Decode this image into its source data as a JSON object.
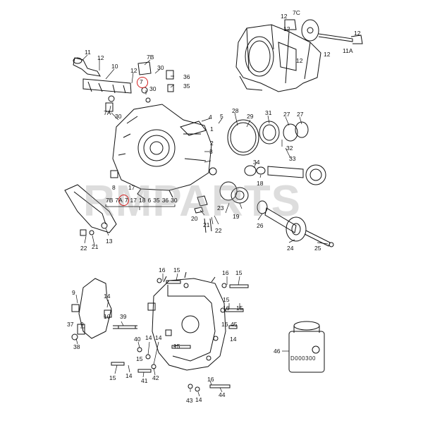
{
  "watermark": "RMPARTS",
  "part_row": [
    "7B",
    "7A",
    "7",
    "17",
    "18",
    "6",
    "35",
    "36",
    "30"
  ],
  "part_row_highlight": "7",
  "jar_label": "D000300",
  "labels": {
    "l12a": "12",
    "l7c": "7C",
    "l12b": "12",
    "l12c": "12",
    "l11a": "11A",
    "l12d": "12",
    "l12e": "12",
    "l11": "11",
    "l12f": "12",
    "l10": "10",
    "l7b": "7B",
    "l12g": "12",
    "l30a": "30",
    "l36": "36",
    "l35": "35",
    "l7": "7",
    "l30b": "30",
    "l7a": "7A",
    "l30c": "30",
    "l4": "4",
    "l5": "5",
    "l28": "28",
    "l29": "29",
    "l31": "31",
    "l27a": "27",
    "l27b": "27",
    "l1": "1",
    "l2": "2",
    "l3": "3",
    "l32": "32",
    "l33": "33",
    "l34": "34",
    "l8": "8",
    "l17": "17",
    "l18": "18",
    "l19": "19",
    "l20": "20",
    "l21a": "21",
    "l22a": "22",
    "l23": "23",
    "l26": "26",
    "l24": "24",
    "l25": "25",
    "l22b": "22",
    "l21b": "21",
    "l13": "13",
    "l16a": "16",
    "l15a": "15",
    "l16b": "16",
    "l15b": "15",
    "l9a": "9",
    "l14a": "14",
    "l15c": "15",
    "l10b": "10",
    "l39": "39",
    "l16c": "16",
    "l15d": "15",
    "l37": "37",
    "l9b": "9",
    "l16d": "16",
    "l45": "45",
    "l38": "38",
    "l40": "40",
    "l14b": "14",
    "l14c": "14",
    "l15e": "15",
    "l14d": "14",
    "l46": "46",
    "l15f": "15",
    "l15g": "15",
    "l41": "41",
    "l42": "42",
    "l16e": "16",
    "l14e": "14",
    "l43": "43",
    "l14f": "14",
    "l44": "44"
  },
  "colors": {
    "ink": "#111111",
    "highlight": "#d42020",
    "watermark": "#9a9a9a"
  }
}
